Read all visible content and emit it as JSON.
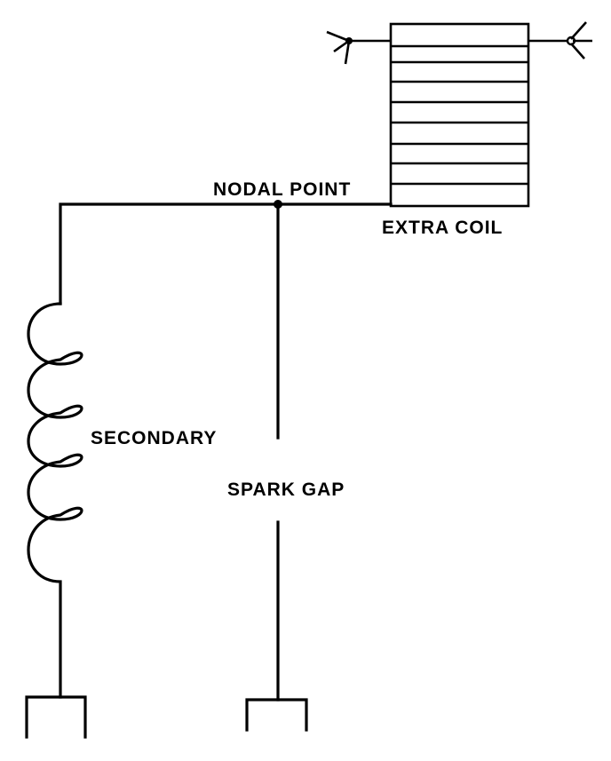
{
  "labels": {
    "nodal_point": "NODAL POINT",
    "extra_coil": "EXTRA COIL",
    "secondary": "SECONDARY",
    "spark_gap": "SPARK GAP"
  }
}
